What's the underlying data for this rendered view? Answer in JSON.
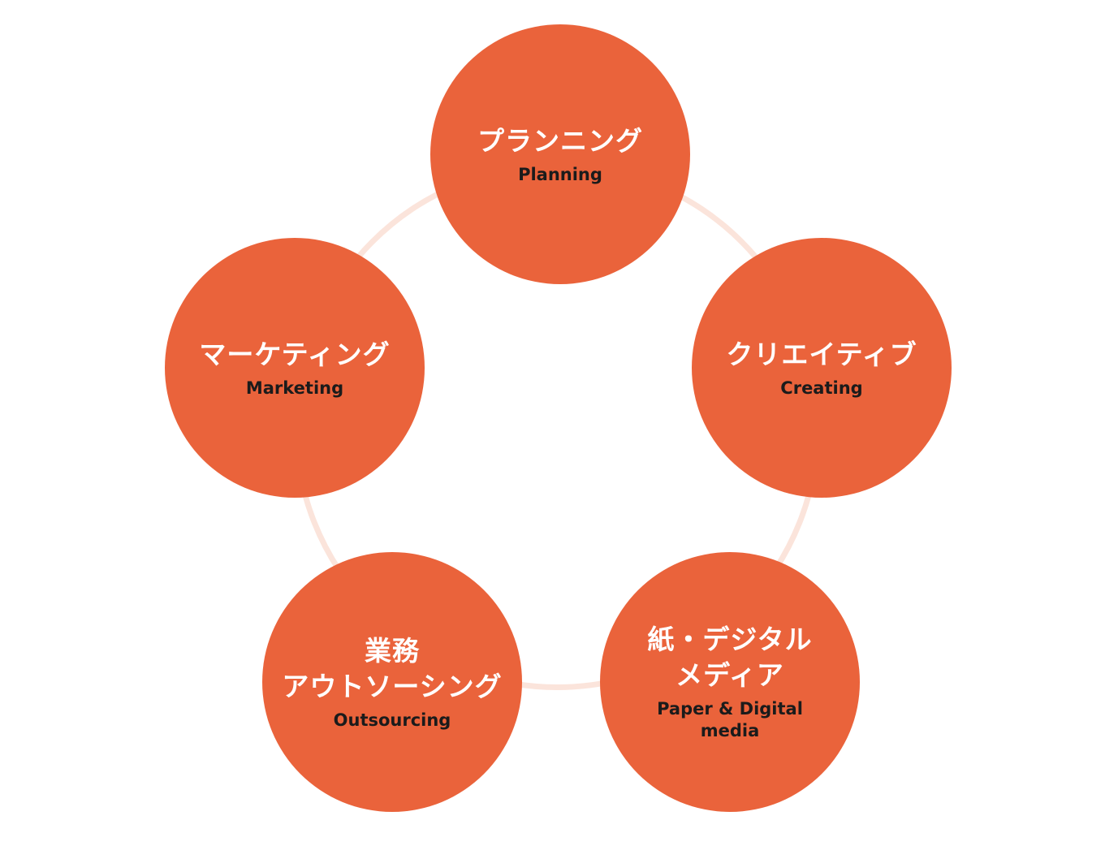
{
  "diagram": {
    "accent_color": "#ea633b",
    "ring_color": "#fbe4db",
    "nodes": [
      {
        "ja": "プランニング",
        "en": "Planning"
      },
      {
        "ja": "クリエイティブ",
        "en": "Creating"
      },
      {
        "ja": "紙・デジタル\nメディア",
        "en": "Paper & Digital\nmedia"
      },
      {
        "ja": "業務\nアウトソーシング",
        "en": "Outsourcing"
      },
      {
        "ja": "マーケティング",
        "en": "Marketing"
      }
    ]
  }
}
